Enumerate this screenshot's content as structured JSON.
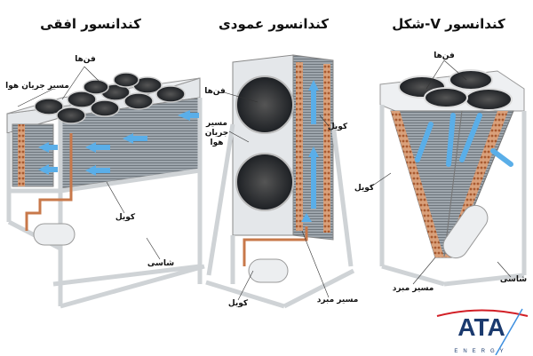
{
  "units": {
    "horizontal": {
      "title": "کندانسور افقی",
      "labels": {
        "fans": "فن‌ها",
        "airflow": "مسیر جریان هوا",
        "coil": "کویل",
        "chassis": "شاسی"
      }
    },
    "vertical": {
      "title": "کندانسور عمودی",
      "labels": {
        "fans": "فن‌ها",
        "airflow": "مسیر جریان هوا",
        "coil_top": "کویل",
        "coil_bottom": "کویل",
        "refrigerant_path": "مسیر مبرد"
      }
    },
    "v_shape": {
      "title": "کندانسور V-شکل",
      "labels": {
        "fans": "فن‌ها",
        "coil": "کویل",
        "refrigerant_path": "مسیر مبرد",
        "chassis": "شاسی"
      }
    }
  },
  "logo": {
    "name": "ATA",
    "sub": "ENERGY"
  },
  "colors": {
    "frame": "#d6dadd",
    "copper": "#c8784a",
    "air": "#5aaee8",
    "fan": "#2b2f33",
    "logo_blue": "#1b3a6e",
    "logo_red": "#d21f26"
  }
}
